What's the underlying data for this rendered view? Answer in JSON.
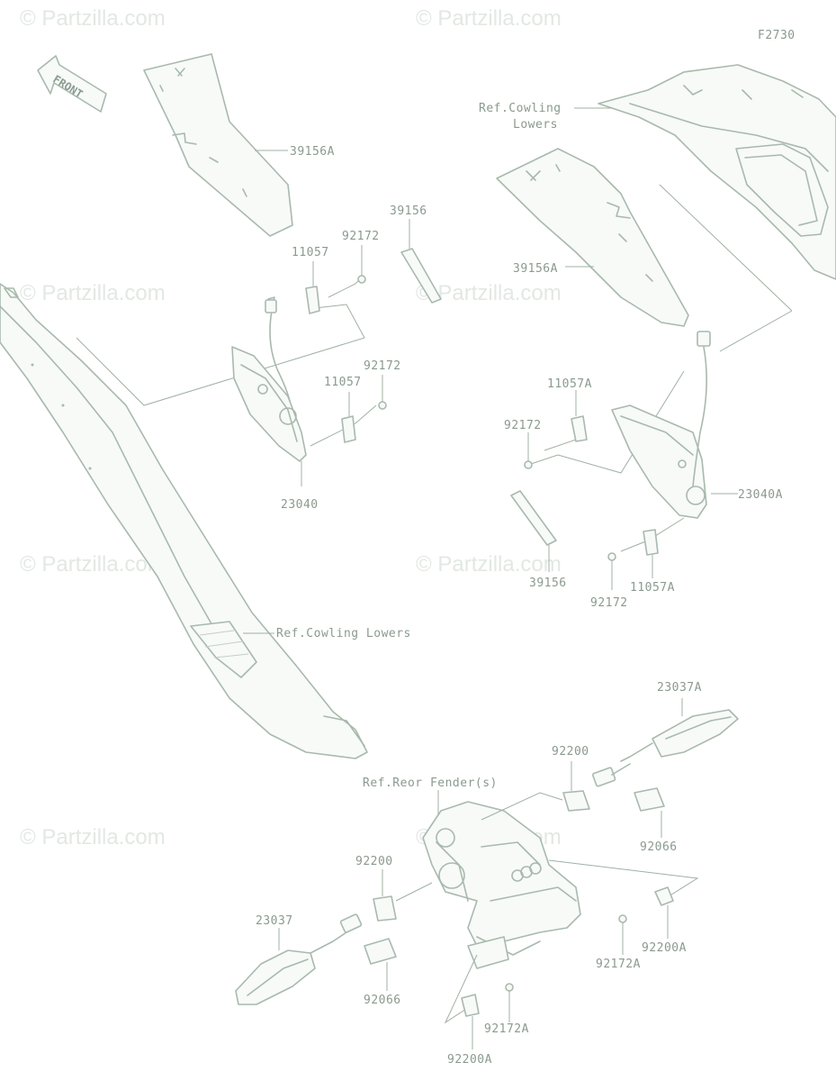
{
  "figure_code": "F2730",
  "front_arrow_label": "FRONT",
  "watermark_text": "© Partzilla.com",
  "labels": {
    "l39156A_top": "39156A",
    "l39156_top": "39156",
    "l92172_a": "92172",
    "l11057_a": "11057",
    "l92172_b": "92172",
    "l11057_b": "11057",
    "l23040": "23040",
    "ref_cowling_lowers_top_1": "Ref.Cowling",
    "ref_cowling_lowers_top_2": "Lowers",
    "l39156A_right": "39156A",
    "l11057A_top": "11057A",
    "l92172_right": "92172",
    "l23040A": "23040A",
    "l39156_right": "39156",
    "l92172_rb": "92172",
    "l11057A_rb": "11057A",
    "ref_cowling_lowers_left": "Ref.Cowling Lowers",
    "l23037A": "23037A",
    "l92200_top": "92200",
    "ref_rear_fender": "Ref.Reor Fender(s)",
    "l92066_right": "92066",
    "l92200_left": "92200",
    "l23037": "23037",
    "l92066_left": "92066",
    "l92172A_right": "92172A",
    "l92200A_right": "92200A",
    "l92172A_bottom": "92172A",
    "l92200A_bottom": "92200A"
  }
}
